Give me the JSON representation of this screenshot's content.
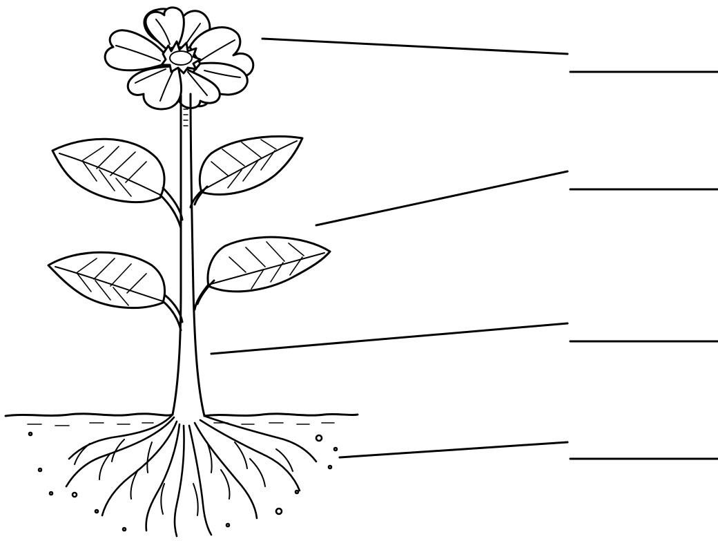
{
  "worksheet": {
    "labels": [
      {
        "name": "label-flower",
        "text": ""
      },
      {
        "name": "label-leaf",
        "text": ""
      },
      {
        "name": "label-stem",
        "text": ""
      },
      {
        "name": "label-roots",
        "text": ""
      }
    ]
  },
  "colors": {
    "ink": "#000000",
    "background": "#ffffff"
  }
}
